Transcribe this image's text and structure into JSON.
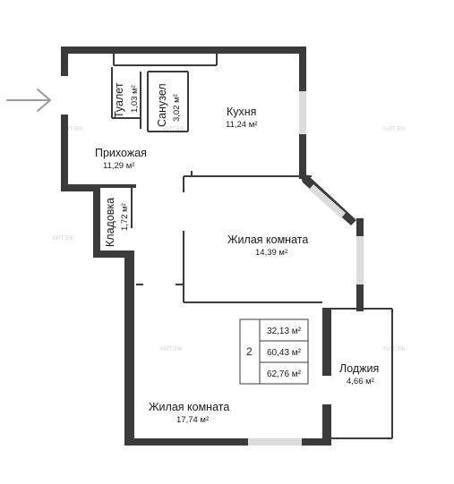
{
  "colors": {
    "wall": "#3b3b3b",
    "window": "#dcdcdc",
    "thin": "#3b3b3b",
    "arrow": "#9a9a9a",
    "watermark": "#d6d6d6"
  },
  "icons": {
    "entrance": "entrance-arrow-icon"
  },
  "rooms": {
    "toilet": {
      "name": "Туалет",
      "area": "1,03 м²"
    },
    "bathroom": {
      "name": "Санузел",
      "area": "3,02 м²"
    },
    "kitchen": {
      "name": "Кухня",
      "area": "11,24 м²"
    },
    "hallway": {
      "name": "Прихожая",
      "area": "11,29 м²"
    },
    "storage": {
      "name": "Кладовка",
      "area": "1,72 м²"
    },
    "living1": {
      "name": "Жилая комната",
      "area": "14,39 м²"
    },
    "living2": {
      "name": "Жилая комната",
      "area": "17,74 м²"
    },
    "loggia": {
      "name": "Лоджия",
      "area": "4,66 м²"
    }
  },
  "summary": {
    "rooms_count": "2",
    "areas": [
      "32,13 м²",
      "60,43 м²",
      "62,76 м²"
    ]
  },
  "watermarks": [
    "КИТЭЖ",
    "КИТЭЖ",
    "КИТЭЖ",
    "КИТЭЖ",
    "КИТЭЖ",
    "КИТЭЖ",
    "КИТЭЖ"
  ]
}
